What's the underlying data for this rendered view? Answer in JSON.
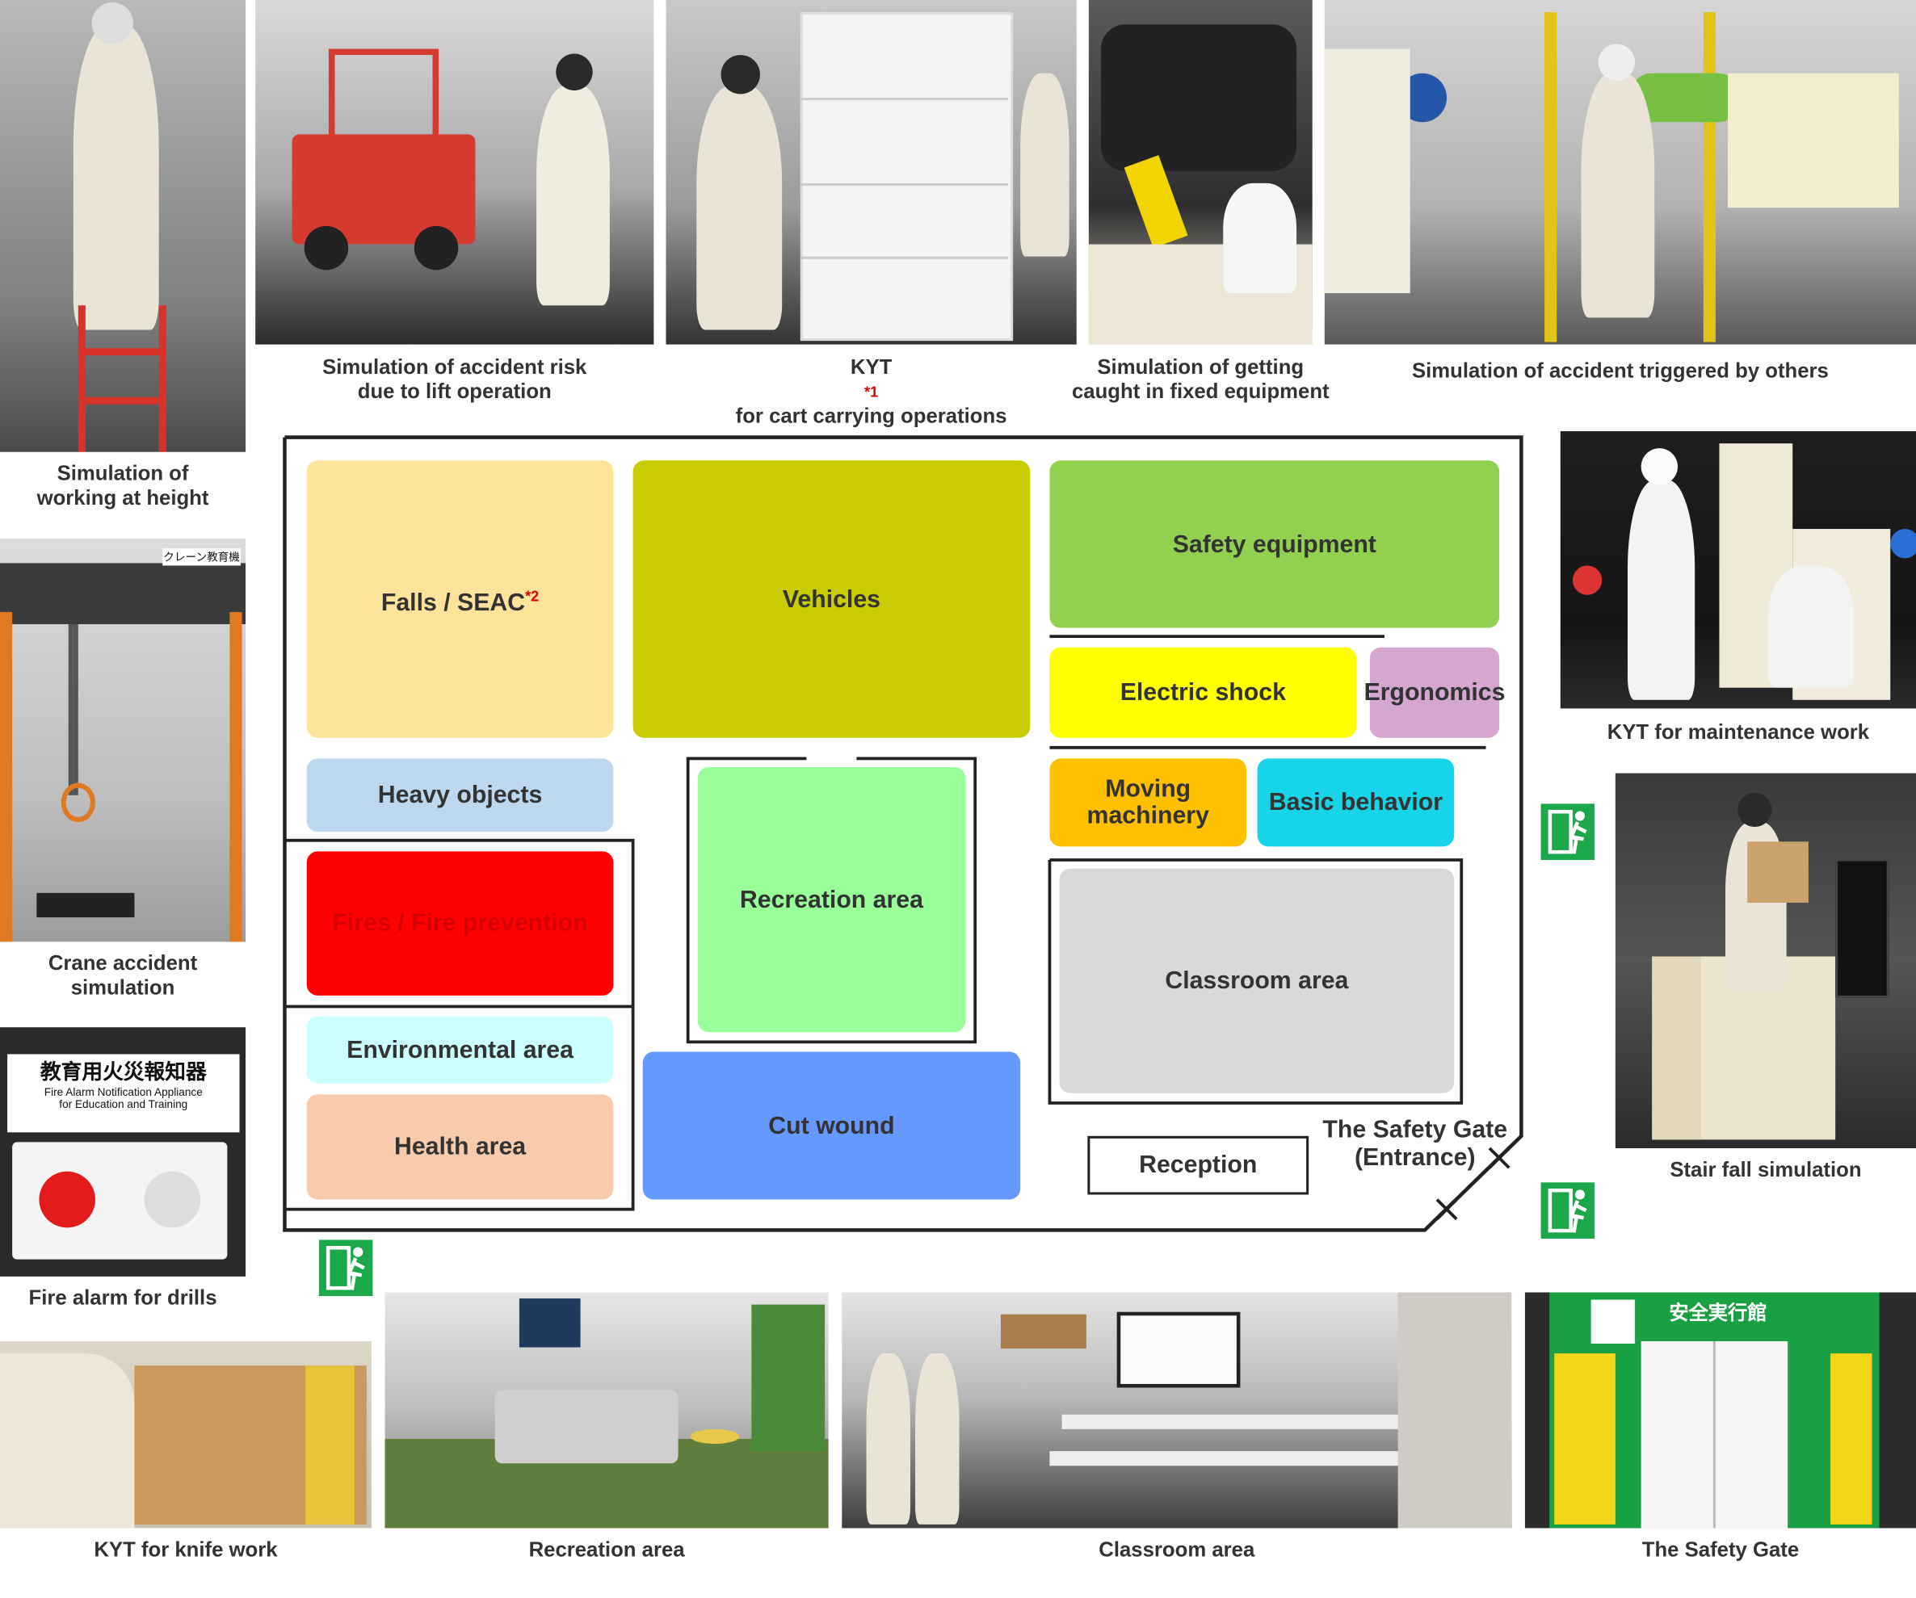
{
  "photos": {
    "working_at_height": {
      "caption": [
        "Simulation of",
        "working at height"
      ]
    },
    "lift_operation": {
      "caption": [
        "Simulation of accident risk",
        "due to lift operation"
      ]
    },
    "cart_carrying": {
      "caption_pre": "KYT",
      "caption_sup": "*1",
      "caption_post": " for cart carrying operations"
    },
    "fixed_equipment": {
      "caption": [
        "Simulation of getting",
        "caught in fixed equipment"
      ]
    },
    "triggered_by_others": {
      "caption": [
        "Simulation of accident triggered by others"
      ]
    },
    "crane": {
      "caption": [
        "Crane accident",
        "simulation"
      ],
      "sign": "クレーン教育機"
    },
    "fire_alarm": {
      "caption": [
        "Fire alarm for drills"
      ],
      "sign_jp": "教育用火災報知器",
      "sign_en": [
        "Fire Alarm Notification Appliance",
        "for Education and Training"
      ]
    },
    "maintenance": {
      "caption": [
        "KYT for maintenance work"
      ]
    },
    "stair_fall": {
      "caption": [
        "Stair fall simulation"
      ]
    },
    "knife_work": {
      "caption": [
        "KYT for knife work"
      ]
    },
    "recreation": {
      "caption": [
        "Recreation area"
      ]
    },
    "classroom": {
      "caption": [
        "Classroom area"
      ]
    },
    "safety_gate": {
      "caption": [
        "The Safety Gate"
      ],
      "sign": "安全実行館"
    }
  },
  "zones": {
    "falls": {
      "label": "Falls / SEAC",
      "sup": "*2",
      "color": "#fde49a"
    },
    "vehicles": {
      "label": "Vehicles",
      "color": "#c9cc00"
    },
    "safety_equipment": {
      "label": "Safety equipment",
      "color": "#92d050"
    },
    "electric_shock": {
      "label": "Electric shock",
      "color": "#ffff00"
    },
    "ergonomics": {
      "label": "Ergonomics",
      "color": "#d5a6d0"
    },
    "heavy_objects": {
      "label": "Heavy objects",
      "color": "#bdd7ee"
    },
    "recreation": {
      "label": "Recreation area",
      "color": "#99ff99"
    },
    "moving_machinery": {
      "label": [
        "Moving",
        "machinery"
      ],
      "color": "#ffc000"
    },
    "basic_behavior": {
      "label": "Basic behavior",
      "color": "#17d4e8"
    },
    "fires": {
      "label": "Fires / Fire prevention",
      "color": "#ff0000"
    },
    "classroom": {
      "label": "Classroom area",
      "color": "#d9d9d9"
    },
    "environmental": {
      "label": "Environmental area",
      "color": "#ccffff"
    },
    "health": {
      "label": "Health area",
      "color": "#f8cbad"
    },
    "cut_wound": {
      "label": "Cut wound",
      "color": "#6699ff"
    }
  },
  "reception": {
    "label": "Reception"
  },
  "gate": {
    "label": [
      "The Safety Gate",
      "(Entrance)"
    ]
  },
  "exit_icon": {
    "name": "emergency-exit-icon",
    "color": "#1aa84a"
  }
}
